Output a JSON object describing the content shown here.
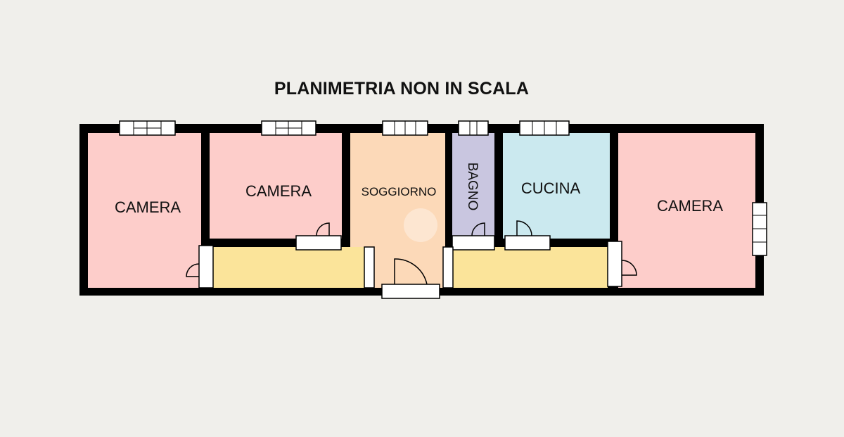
{
  "title": "PLANIMETRIA NON IN SCALA",
  "rooms": [
    {
      "name": "CAMERA",
      "color": "#fdcdca"
    },
    {
      "name": "CAMERA",
      "color": "#fdcdca"
    },
    {
      "name": "SOGGIORNO",
      "color": "#fcd9b8"
    },
    {
      "name": "BAGNO",
      "color": "#c9c6e0"
    },
    {
      "name": "CUCINA",
      "color": "#cbe9ef"
    },
    {
      "name": "CAMERA",
      "color": "#fdcdca"
    }
  ],
  "corridor_color": "#fbe49a"
}
